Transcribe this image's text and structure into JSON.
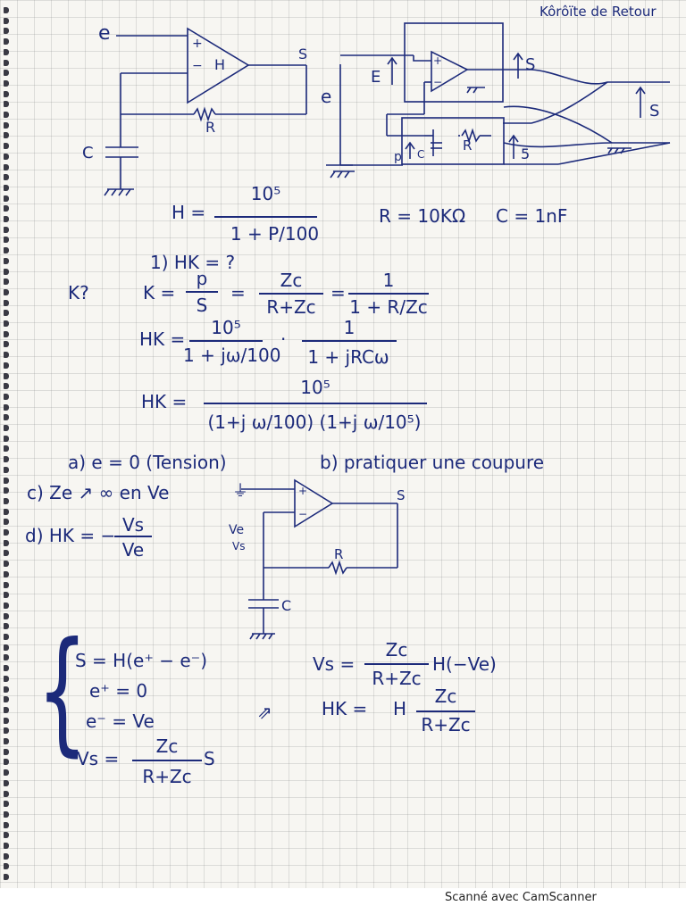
{
  "title_note": "Kôrôïte de Retour",
  "circuit1": {
    "input": "e",
    "plus": "+",
    "minus": "−",
    "gain": "H",
    "output": "S",
    "resistor": "R",
    "capacitor": "C"
  },
  "circuit2": {
    "input": "e",
    "source": "E",
    "output1": "S",
    "output2": "S",
    "resistor": "R",
    "capacitor": "C",
    "plus": "+",
    "minus": "−",
    "feedback_left": "p",
    "feedback_right": "5"
  },
  "h_def": {
    "lhs": "H =",
    "num": "10⁵",
    "den": "1 + P/100"
  },
  "values": {
    "R": "R = 10KΩ",
    "C": "C = 1nF"
  },
  "q1": "1) HK = ?",
  "k_label": "K?",
  "k_eq": {
    "lhs": "K =",
    "f1_num": "p",
    "f1_den": "S",
    "eq1": "=",
    "f2_num": "Zc",
    "f2_den": "R+Zc",
    "eq2": "=",
    "f3_num": "1",
    "f3_den": "1 + R/Zc"
  },
  "hk1": {
    "lhs": "HK =",
    "f1_num": "10⁵",
    "f1_den": "1 + jω/100",
    "dot": "·",
    "f2_num": "1",
    "f2_den": "1 + jRCω"
  },
  "hk2": {
    "lhs": "HK =",
    "num": "10⁵",
    "den": "(1+j ω/100) (1+j ω/10⁵)"
  },
  "answers": {
    "a": "a) e = 0 (Tension)",
    "b": "b) pratiquer une coupure",
    "c": "c) Ze ↗ ∞ en Ve",
    "d_lhs": "d) HK = −",
    "d_num": "Vs",
    "d_den": "Ve"
  },
  "circuit3": {
    "ground_in": "⏚",
    "plus": "+",
    "minus": "−",
    "output": "S",
    "ve": "Ve",
    "vs": "Vs",
    "resistor": "R",
    "capacitor": "C"
  },
  "system": {
    "l1": "S = H(e⁺ − e⁻)",
    "l2": "e⁺ = 0",
    "l3": "e⁻ = Ve",
    "l4_lhs": "Vs =",
    "l4_num": "Zc",
    "l4_den": "R+Zc",
    "l4_rhs": "S"
  },
  "result": {
    "vs_lhs": "Vs =",
    "vs_num": "Zc",
    "vs_den": "R+Zc",
    "vs_rhs": "H(−Ve)",
    "arrow": "⇗",
    "hk_lhs": "HK =",
    "hk_mid": "H",
    "hk_num": "Zc",
    "hk_den": "R+Zc"
  },
  "scanner_caption": "Scanné avec CamScanner",
  "colors": {
    "ink": "#1c2a7a",
    "grid": "#9a9a9a",
    "paper": "#f7f6f2"
  }
}
